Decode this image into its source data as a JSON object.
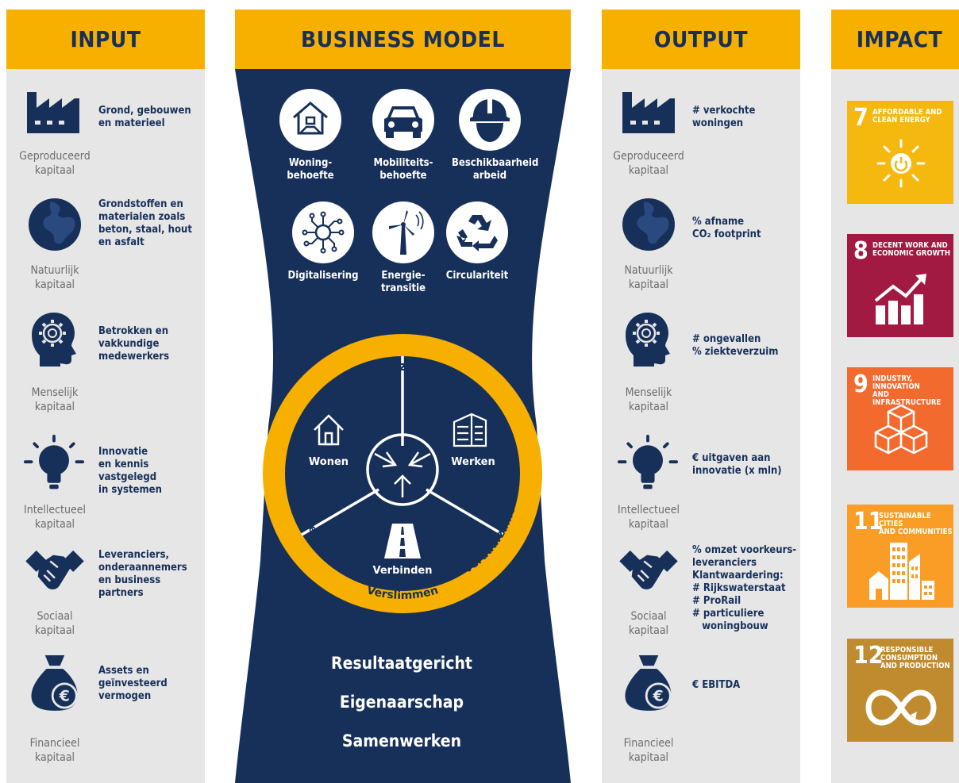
{
  "headers": {
    "input": "INPUT",
    "business_model": "BUSINESS MODEL",
    "output": "OUTPUT",
    "impact": "IMPACT"
  },
  "input": {
    "items": [
      {
        "icon": "factory-icon",
        "capital_line1": "Geproduceerd",
        "capital_line2": "kapitaal",
        "text": [
          "Grond, gebouwen",
          "en materieel"
        ]
      },
      {
        "icon": "globe-icon",
        "capital_line1": "Natuurlijk",
        "capital_line2": "kapitaal",
        "text": [
          "Grondstoffen en",
          "materialen zoals",
          "beton, staal, hout",
          "en asfalt"
        ]
      },
      {
        "icon": "head-gear-icon",
        "capital_line1": "Menselijk",
        "capital_line2": "kapitaal",
        "text": [
          "Betrokken en",
          "vakkundige",
          "medewerkers"
        ]
      },
      {
        "icon": "lightbulb-icon",
        "capital_line1": "Intellectueel",
        "capital_line2": "kapitaal",
        "text": [
          "Innovatie",
          "en kennis",
          "vastgelegd",
          "in systemen"
        ]
      },
      {
        "icon": "handshake-icon",
        "capital_line1": "Sociaal",
        "capital_line2": "kapitaal",
        "text": [
          "Leveranciers,",
          "onderaannemers",
          "en business",
          "partners"
        ]
      },
      {
        "icon": "money-bag-icon",
        "capital_line1": "Financieel",
        "capital_line2": "kapitaal",
        "text": [
          "Assets en",
          "geïnvesteerd",
          "vermogen"
        ]
      }
    ]
  },
  "business_model": {
    "drivers": [
      {
        "icon": "house-handshake-icon",
        "line1": "Woning-",
        "line2": "behoefte"
      },
      {
        "icon": "car-icon",
        "line1": "Mobiliteits-",
        "line2": "behoefte"
      },
      {
        "icon": "hard-hat-icon",
        "line1": "Beschikbaarheid",
        "line2": "arbeid"
      },
      {
        "icon": "circuit-icon",
        "line1": "Digitalisering",
        "line2": ""
      },
      {
        "icon": "wind-turbine-icon",
        "line1": "Energie-",
        "line2": "transitie"
      },
      {
        "icon": "recycle-icon",
        "line1": "Circulariteit",
        "line2": ""
      }
    ],
    "ring_title": "Bouwen aan een Gezonde Leefomgeving",
    "ring_labels": {
      "left": "Verbeteren",
      "bottom": "Verslimmen",
      "right": "Verduurzamen"
    },
    "segments": {
      "left": "Wonen",
      "right": "Werken",
      "bottom": "Verbinden"
    },
    "values": [
      "Resultaatgericht",
      "Eigenaarschap",
      "Samenwerken"
    ]
  },
  "output": {
    "items": [
      {
        "icon": "factory-icon",
        "capital_line1": "Geproduceerd",
        "capital_line2": "kapitaal",
        "text": [
          "# verkochte",
          "woningen"
        ]
      },
      {
        "icon": "globe-icon",
        "capital_line1": "Natuurlijk",
        "capital_line2": "kapitaal",
        "text": [
          "% afname",
          "CO₂ footprint"
        ]
      },
      {
        "icon": "head-gear-icon",
        "capital_line1": "Menselijk",
        "capital_line2": "kapitaal",
        "text": [
          "# ongevallen",
          "% ziekteverzuim"
        ]
      },
      {
        "icon": "lightbulb-icon",
        "capital_line1": "Intellectueel",
        "capital_line2": "kapitaal",
        "text": [
          "€ uitgaven aan",
          "innovatie (x mln)"
        ]
      },
      {
        "icon": "handshake-icon",
        "capital_line1": "Sociaal",
        "capital_line2": "kapitaal",
        "text": [
          "% omzet voorkeurs-",
          "leveranciers",
          "Klantwaardering:",
          "# Rijkswaterstaat",
          "# ProRail",
          "# particuliere",
          "   woningbouw"
        ]
      },
      {
        "icon": "money-bag-icon",
        "capital_line1": "Financieel",
        "capital_line2": "kapitaal",
        "text": [
          "€ EBITDA"
        ]
      }
    ]
  },
  "impact": {
    "sdgs": [
      {
        "number": "7",
        "title": [
          "AFFORDABLE AND",
          "CLEAN ENERGY"
        ],
        "color": "#f5b80f",
        "icon": "sun-power-icon"
      },
      {
        "number": "8",
        "title": [
          "DECENT WORK AND",
          "ECONOMIC GROWTH"
        ],
        "color": "#a21942",
        "icon": "growth-chart-icon"
      },
      {
        "number": "9",
        "title": [
          "INDUSTRY, INNOVATION",
          "AND INFRASTRUCTURE"
        ],
        "color": "#f26a2d",
        "icon": "cubes-icon"
      },
      {
        "number": "11",
        "title": [
          "SUSTAINABLE CITIES",
          "AND COMMUNITIES"
        ],
        "color": "#f99d26",
        "icon": "city-icon"
      },
      {
        "number": "12",
        "title": [
          "RESPONSIBLE",
          "CONSUMPTION",
          "AND PRODUCTION"
        ],
        "color": "#bf8b2e",
        "icon": "infinity-icon"
      }
    ]
  },
  "colors": {
    "navy": "#17305a",
    "gold": "#f8b000",
    "grey_panel": "#e6e6e6",
    "label_grey": "#6d6d6d"
  }
}
